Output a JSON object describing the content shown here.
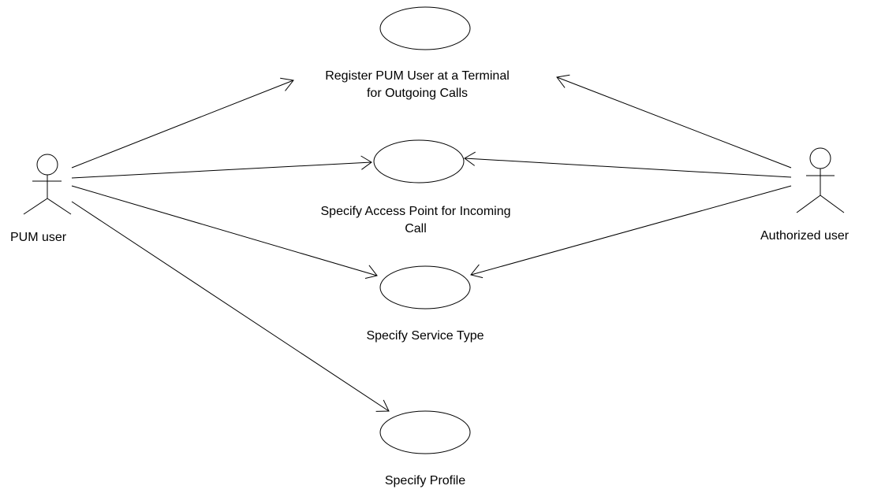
{
  "diagram": {
    "type": "uml-use-case",
    "actors": [
      {
        "id": "pum",
        "label": "PUM user"
      },
      {
        "id": "auth",
        "label": "Authorized user"
      }
    ],
    "use_cases": [
      {
        "id": "register",
        "lines": [
          "Register PUM User at a Terminal",
          "for Outgoing Calls"
        ]
      },
      {
        "id": "access",
        "lines": [
          "Specify Access Point for Incoming",
          "Call"
        ]
      },
      {
        "id": "service",
        "lines": [
          "Specify Service Type"
        ]
      },
      {
        "id": "profile",
        "lines": [
          "Specify Profile"
        ]
      }
    ],
    "associations": [
      {
        "from": "pum",
        "to": "register"
      },
      {
        "from": "pum",
        "to": "access"
      },
      {
        "from": "pum",
        "to": "service"
      },
      {
        "from": "pum",
        "to": "profile"
      },
      {
        "from": "auth",
        "to": "register"
      },
      {
        "from": "auth",
        "to": "access"
      },
      {
        "from": "auth",
        "to": "service"
      }
    ]
  }
}
